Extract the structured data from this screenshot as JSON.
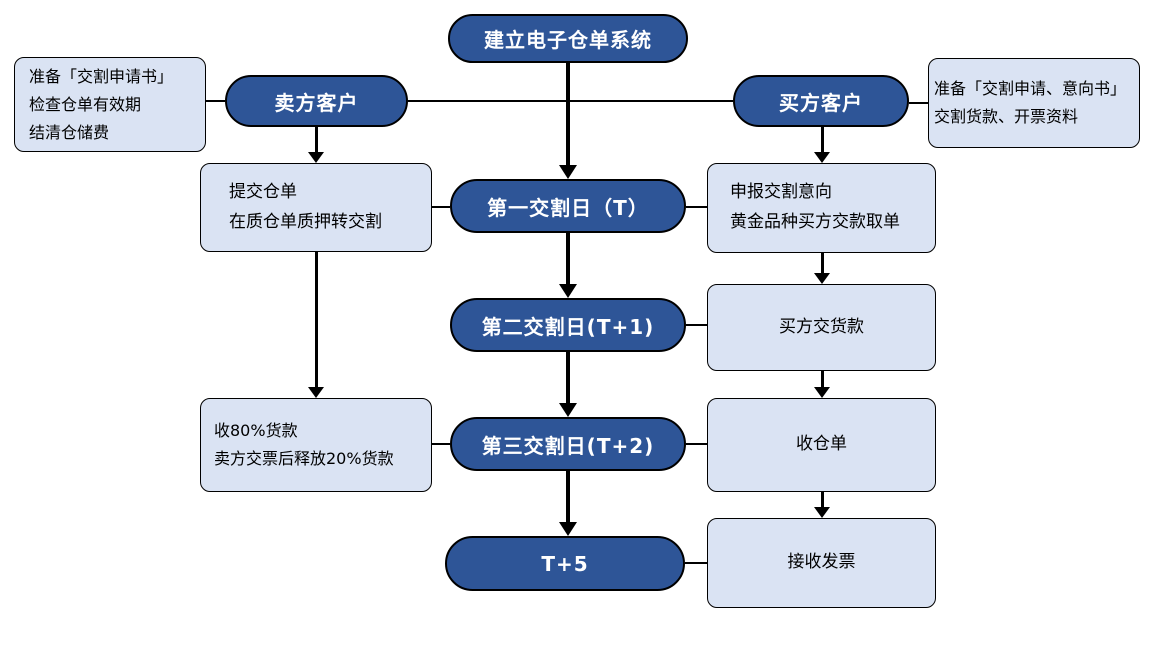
{
  "diagram": {
    "title": "建立电子仓单系统",
    "colors": {
      "node_fill": "#2E5597",
      "node_text": "#FFFFFF",
      "box_fill": "#DAE3F3",
      "line": "#000000"
    },
    "nodes": {
      "root": "建立电子仓单系统",
      "seller": "卖方客户",
      "buyer": "买方客户",
      "day1": "第一交割日（T）",
      "day2": "第二交割日(T+1)",
      "day3": "第三交割日(T+2)",
      "day5": "T+5"
    },
    "boxes": {
      "seller_prep": {
        "lines": [
          "准备「交割申请书」",
          "检查仓单有效期",
          "结清仓储费"
        ]
      },
      "buyer_prep": {
        "lines": [
          "准备「交割申请、意向书」",
          "交割货款、开票资料"
        ]
      },
      "seller_day1": {
        "lines": [
          "提交仓单",
          "在质仓单质押转交割"
        ]
      },
      "buyer_day1": {
        "lines": [
          "申报交割意向",
          "黄金品种买方交款取单"
        ]
      },
      "buyer_day2": {
        "lines": [
          "买方交货款"
        ]
      },
      "seller_day3": {
        "lines": [
          "收80%货款",
          "卖方交票后释放20%货款"
        ]
      },
      "buyer_day3": {
        "lines": [
          "收仓单"
        ]
      },
      "buyer_day5": {
        "lines": [
          "接收发票"
        ]
      }
    }
  }
}
